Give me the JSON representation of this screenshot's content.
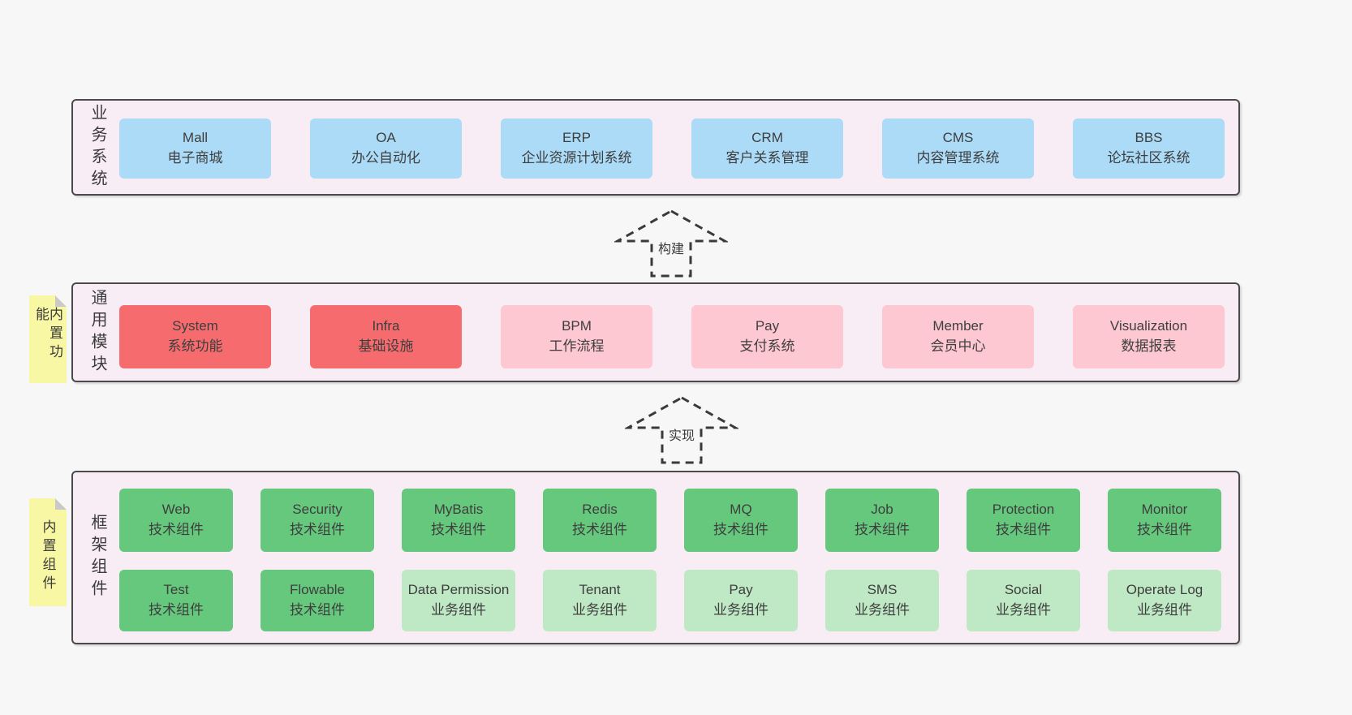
{
  "colors": {
    "page_bg": "#f7f7f7",
    "panel_bg": "#f9edf5",
    "panel_border": "#4a4a4a",
    "blue": "#abdbf6",
    "red": "#f66c6e",
    "pink": "#fdc8d2",
    "green": "#65c87c",
    "lightgreen": "#bfe8c4",
    "sticky_yellow": "#f8f8a4",
    "text": "#3d3d3d"
  },
  "sections": [
    {
      "id": "business-systems",
      "label": "业务系统",
      "boxes": [
        {
          "name": "Mall",
          "desc": "电子商城",
          "variant": "blue"
        },
        {
          "name": "OA",
          "desc": "办公自动化",
          "variant": "blue"
        },
        {
          "name": "ERP",
          "desc": "企业资源计划系统",
          "variant": "blue"
        },
        {
          "name": "CRM",
          "desc": "客户关系管理",
          "variant": "blue"
        },
        {
          "name": "CMS",
          "desc": "内容管理系统",
          "variant": "blue"
        },
        {
          "name": "BBS",
          "desc": "论坛社区系统",
          "variant": "blue"
        }
      ]
    },
    {
      "id": "common-modules",
      "label": "通用模块",
      "sticky": "内置功能",
      "boxes": [
        {
          "name": "System",
          "desc": "系统功能",
          "variant": "red"
        },
        {
          "name": "Infra",
          "desc": "基础设施",
          "variant": "red"
        },
        {
          "name": "BPM",
          "desc": "工作流程",
          "variant": "pink"
        },
        {
          "name": "Pay",
          "desc": "支付系统",
          "variant": "pink"
        },
        {
          "name": "Member",
          "desc": "会员中心",
          "variant": "pink"
        },
        {
          "name": "Visualization",
          "desc": "数据报表",
          "variant": "pink"
        }
      ]
    },
    {
      "id": "framework-components",
      "label": "框架组件",
      "sticky": "内置组件",
      "rows": [
        [
          {
            "name": "Web",
            "desc": "技术组件",
            "variant": "green"
          },
          {
            "name": "Security",
            "desc": "技术组件",
            "variant": "green"
          },
          {
            "name": "MyBatis",
            "desc": "技术组件",
            "variant": "green"
          },
          {
            "name": "Redis",
            "desc": "技术组件",
            "variant": "green"
          },
          {
            "name": "MQ",
            "desc": "技术组件",
            "variant": "green"
          },
          {
            "name": "Job",
            "desc": "技术组件",
            "variant": "green"
          },
          {
            "name": "Protection",
            "desc": "技术组件",
            "variant": "green"
          },
          {
            "name": "Monitor",
            "desc": "技术组件",
            "variant": "green"
          }
        ],
        [
          {
            "name": "Test",
            "desc": "技术组件",
            "variant": "green"
          },
          {
            "name": "Flowable",
            "desc": "技术组件",
            "variant": "green"
          },
          {
            "name": "Data Permission",
            "desc": "业务组件",
            "variant": "lightgreen"
          },
          {
            "name": "Tenant",
            "desc": "业务组件",
            "variant": "lightgreen"
          },
          {
            "name": "Pay",
            "desc": "业务组件",
            "variant": "lightgreen"
          },
          {
            "name": "SMS",
            "desc": "业务组件",
            "variant": "lightgreen"
          },
          {
            "name": "Social",
            "desc": "业务组件",
            "variant": "lightgreen"
          },
          {
            "name": "Operate Log",
            "desc": "业务组件",
            "variant": "lightgreen"
          }
        ]
      ]
    }
  ],
  "arrows": [
    {
      "label": "构建"
    },
    {
      "label": "实现"
    }
  ]
}
